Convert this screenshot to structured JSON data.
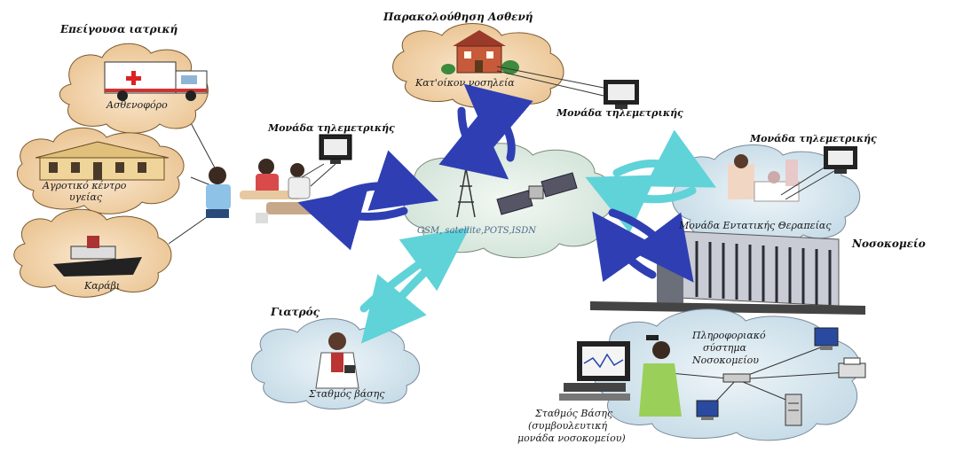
{
  "labels": {
    "emergency": "Επείγουσα ιατρική",
    "ambulance": "Ασθενοφόρο",
    "health_center_l1": "Αγροτικό κέντρο",
    "health_center_l2": "υγείας",
    "ship": "Καράβι",
    "patient_monitoring": "Παρακολούθηση Ασθενή",
    "home_care": "Κατ'οίκον νοσηλεία",
    "telemetry_home": "Μονάδα τηλεμετρικής",
    "telemetry_field": "Μονάδα τηλεμετρικής",
    "telemetry_hospital": "Μονάδα τηλεμετρικής",
    "network": "GSM, satellite,POTS,ISDN",
    "icu": "Μονάδα Εντατικής Θεραπείας",
    "hospital": "Νοσοκομείο",
    "doctor": "Γιατρός",
    "base_station": "Σταθμός βάσης",
    "his_l1": "Πληροφοριακό",
    "his_l2": "σύστημα",
    "his_l3": "Νοσοκομείου",
    "station_l1": "Σταθμός Βάσης",
    "station_l2": "(συμβουλευτική",
    "station_l3": "μονάδα νοσοκομείου)"
  },
  "colors": {
    "cloud_fill": "#f4d9b4",
    "cloud_center": "#e4efe6",
    "cloud_blue": "#d7e7ef",
    "arrow_dark": "#2f3fb3",
    "arrow_light": "#5fd3d8"
  }
}
